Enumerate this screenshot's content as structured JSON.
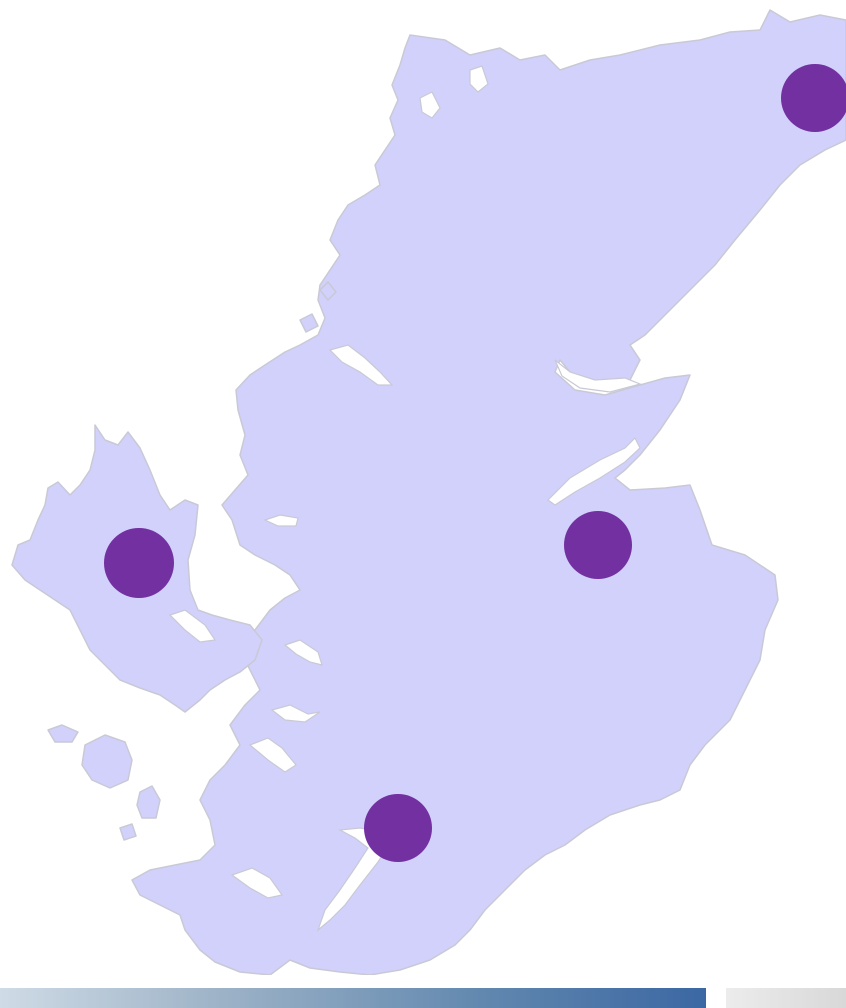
{
  "map": {
    "land_color": "#d1d1fb",
    "coast_color": "#c9c9d6",
    "marker_color": "#7230a1",
    "markers": [
      {
        "id": "north-east",
        "name": "marker-north-east"
      },
      {
        "id": "west-island",
        "name": "marker-west-island"
      },
      {
        "id": "east-central",
        "name": "marker-east-central"
      },
      {
        "id": "south",
        "name": "marker-south"
      }
    ]
  }
}
